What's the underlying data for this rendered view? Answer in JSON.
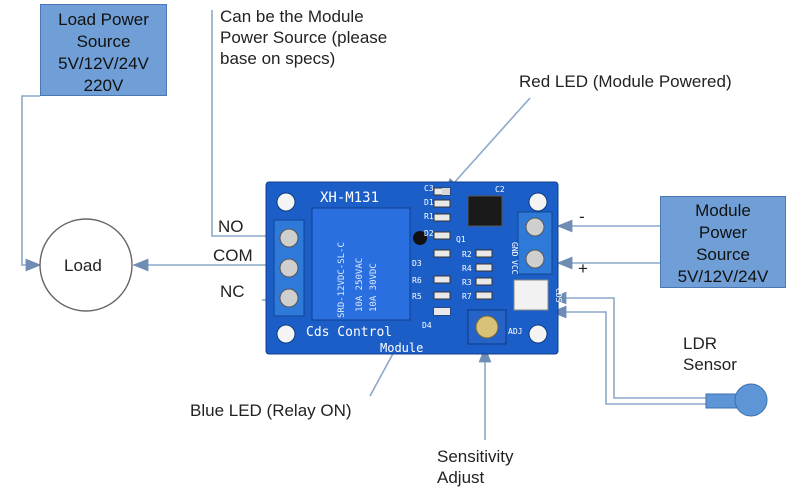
{
  "load_power_source": [
    "Load Power",
    "Source",
    "5V/12V/24V",
    "220V"
  ],
  "module_power_note": [
    "Can be the Module",
    "Power Source (please",
    "base on specs)"
  ],
  "red_led": "Red LED (Module Powered)",
  "load": "Load",
  "relay_pins": {
    "no": "NO",
    "com": "COM",
    "nc": "NC"
  },
  "module_power_source": [
    "Module",
    "Power",
    "Source",
    "5V/12V/24V"
  ],
  "polarity": {
    "minus": "-",
    "plus": "+"
  },
  "ldr_sensor": [
    "LDR",
    "Sensor"
  ],
  "blue_led": "Blue LED (Relay ON)",
  "sensitivity_adjust": [
    "Sensitivity",
    "Adjust"
  ],
  "board": {
    "model": "XH-M131",
    "caption": "Cds Control",
    "caption2": "Module",
    "relay_text": [
      "SRD-12VDC-SL-C",
      "10A 250VAC",
      "10A 30VDC"
    ],
    "labels": {
      "c3": "C3",
      "d1": "D1",
      "r1": "R1",
      "d2": "D2",
      "q1": "Q1",
      "r2": "R2",
      "r4": "R4",
      "r6": "R6",
      "r5": "R5",
      "r3": "R3",
      "r7": "R7",
      "d3": "D3",
      "d4": "D4",
      "gnd": "GND",
      "vcc": "VCC",
      "cds": "CDS",
      "adj": "ADJ",
      "c2": "C2"
    }
  },
  "colors": {
    "box_fill": "#6f9fd6",
    "pcb": "#1c5ec8",
    "relay": "#2a6fe0",
    "wire": "#8ca8c8"
  }
}
